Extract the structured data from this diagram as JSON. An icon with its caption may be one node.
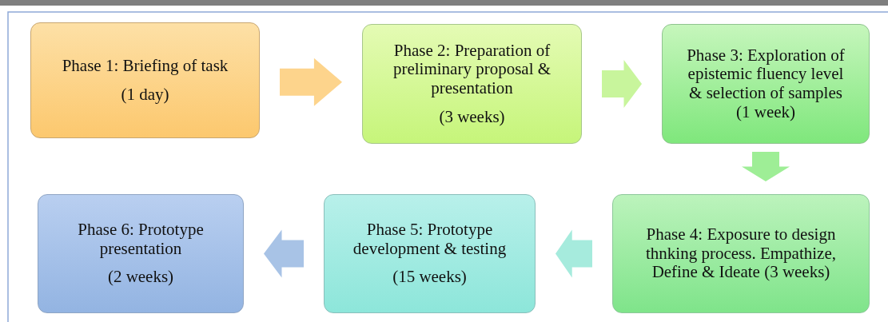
{
  "diagram": {
    "nodes": [
      {
        "text": [
          "Phase 1: Briefing  of task",
          "(1 day)"
        ]
      },
      {
        "text": [
          "Phase 2:  Preparation of preliminary proposal  & presentation",
          "(3 weeks)"
        ]
      },
      {
        "text": [
          "Phase 3: Exploration of epistemic fluency level & selection of samples (1 week)"
        ]
      },
      {
        "text": [
          "Phase 4:   Exposure to design thnking process. Empathize, Define & Ideate (3 weeks)"
        ]
      },
      {
        "text": [
          "Phase 5:   Prototype development & testing",
          "(15 weeks)"
        ]
      },
      {
        "text": [
          "Phase 6:   Prototype presentation",
          "(2 weeks)"
        ]
      }
    ],
    "edges": [
      {
        "from": 0,
        "to": 1,
        "arrow": "to",
        "style": "thick",
        "color": "#fdd48c"
      },
      {
        "from": 1,
        "to": 2,
        "arrow": "to",
        "style": "thick",
        "color": "#c8f59c"
      },
      {
        "from": 2,
        "to": 3,
        "arrow": "to",
        "style": "thick",
        "color": "#9eee96"
      },
      {
        "from": 3,
        "to": 4,
        "arrow": "to",
        "style": "thick",
        "color": "#a6ebdd"
      },
      {
        "from": 4,
        "to": 5,
        "arrow": "to",
        "style": "thick",
        "color": "#a8c3e6"
      }
    ]
  }
}
